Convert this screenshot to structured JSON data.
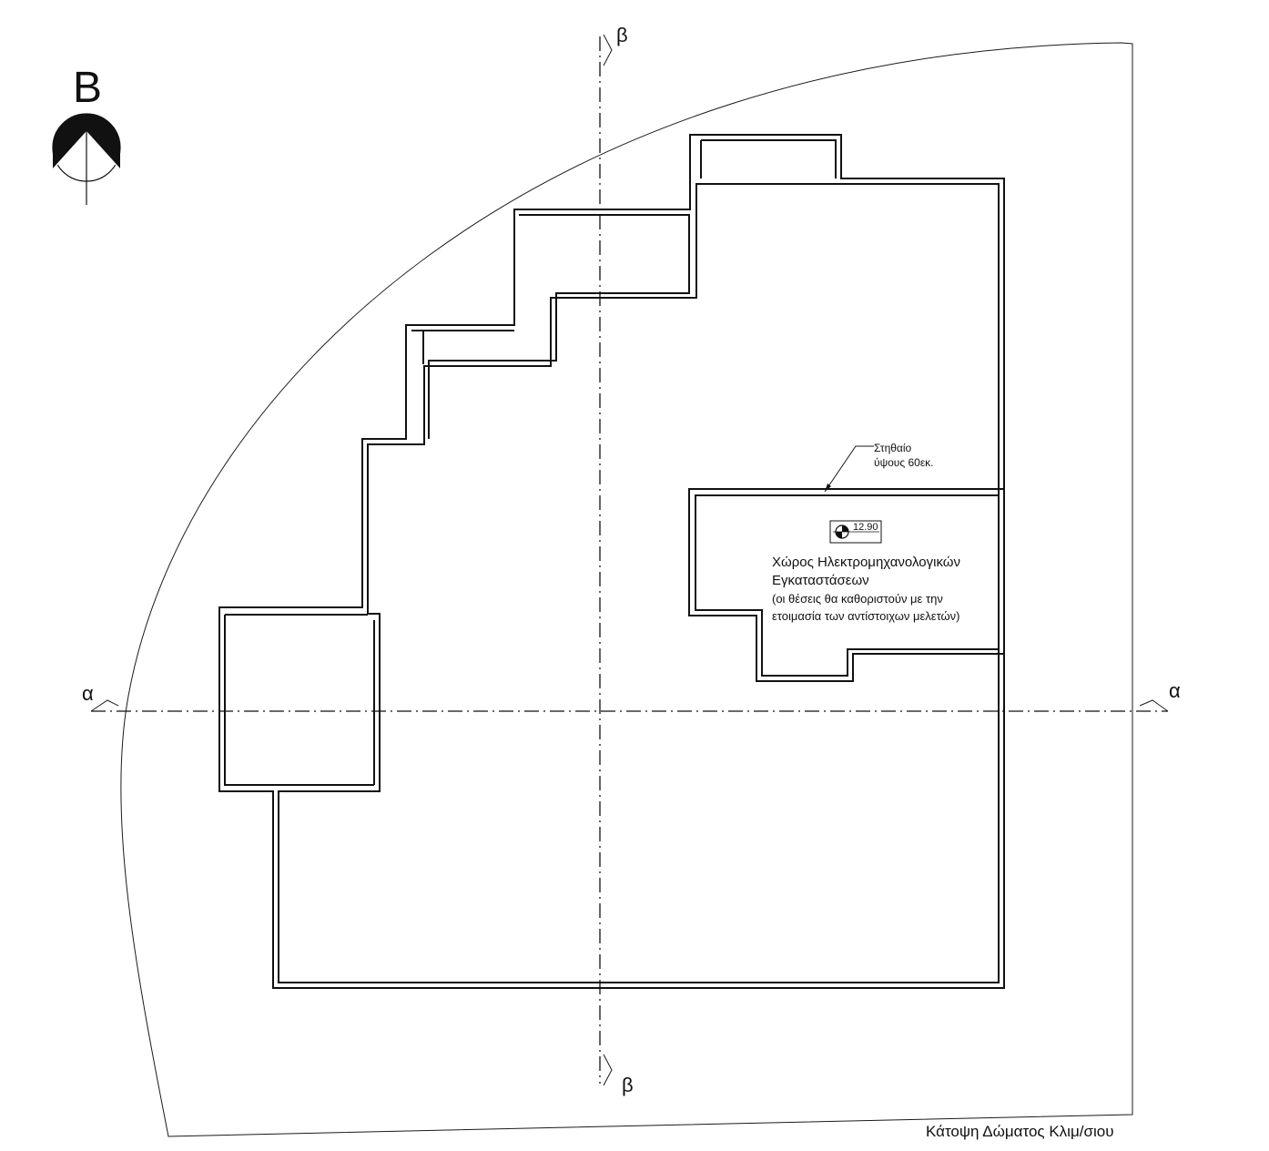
{
  "north_arrow": {
    "letter": "B"
  },
  "section_markers": {
    "alpha": "α",
    "beta": "β"
  },
  "parapet_note": {
    "line1": "Στηθαίο",
    "line2": "ύψους 60εκ."
  },
  "level_marker": {
    "value": "12.90"
  },
  "mep_area": {
    "title_line1": "Χώρος Ηλεκτρομηχανολογικών",
    "title_line2": "Εγκαταστάσεων",
    "note_line1": "(οι θέσεις θα καθοριστούν με την",
    "note_line2": "ετοιμασία των αντίστοιχων μελετών)"
  },
  "drawing_title": "Κάτοψη Δώματος Κλιμ/σιου"
}
